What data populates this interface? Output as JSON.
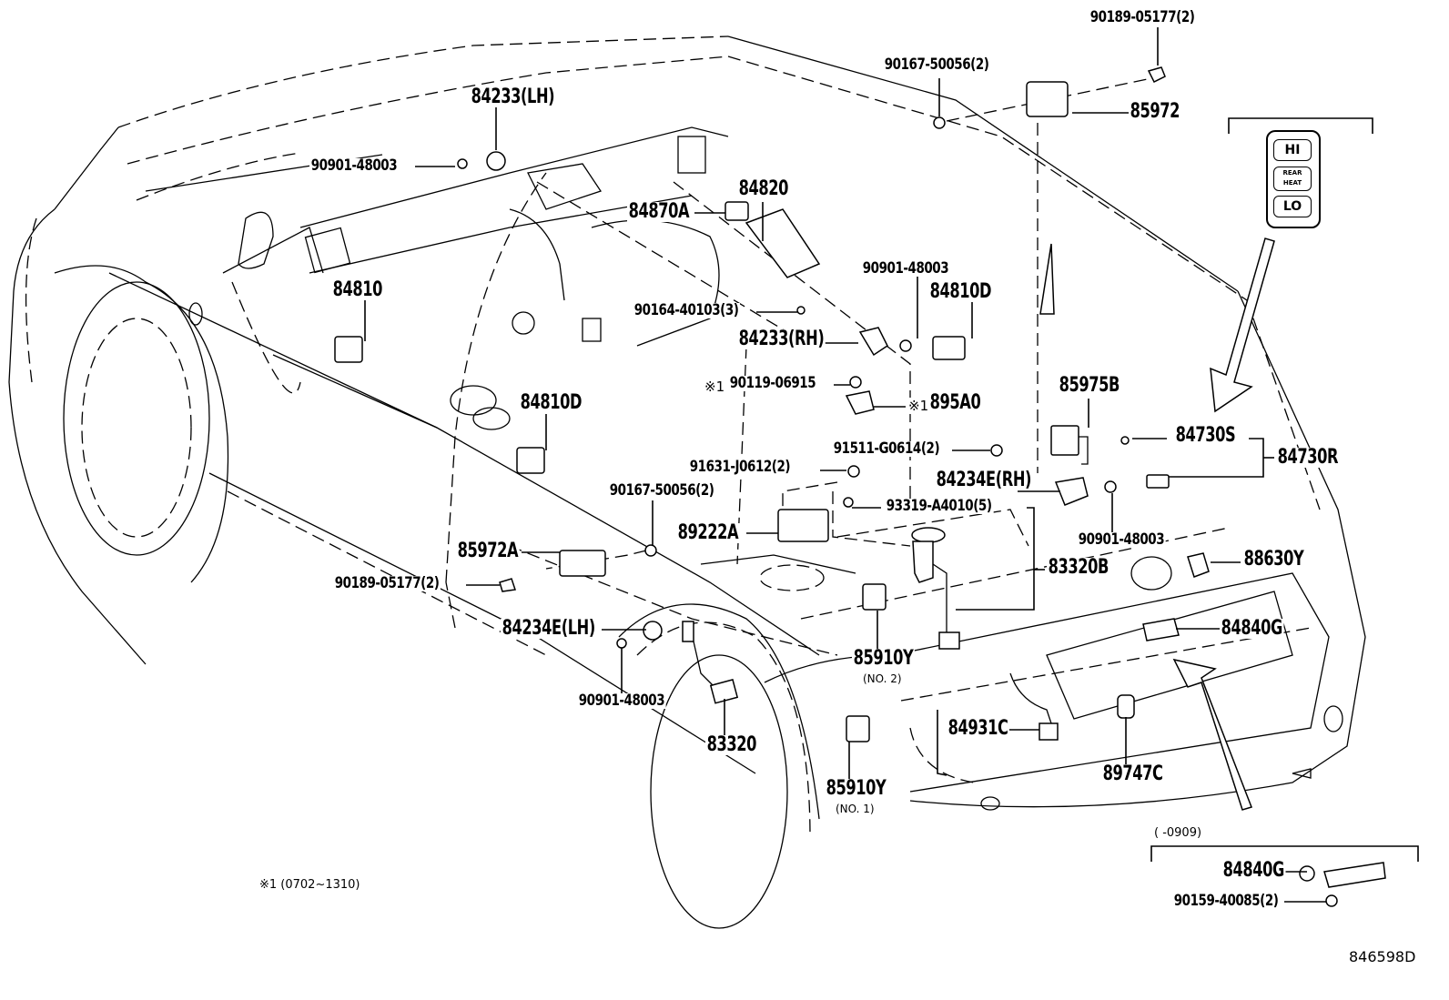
{
  "diagram": {
    "title": "Switch & Relay / Rear Heater Parts Illustration",
    "reference_code": "846598D",
    "footnote": "※1 (0702~1310)",
    "inset_date_range": "(     -0909)",
    "rear_heat_switch": {
      "buttons": [
        "HI",
        "REAR HEAT",
        "LO"
      ]
    },
    "parts": [
      {
        "id": "p1",
        "number": "90189-05177(2)"
      },
      {
        "id": "p2",
        "number": "90167-50056(2)"
      },
      {
        "id": "p3",
        "number": "85972"
      },
      {
        "id": "p4",
        "number": "84233(LH)"
      },
      {
        "id": "p5",
        "number": "90901-48003"
      },
      {
        "id": "p6",
        "number": "84820"
      },
      {
        "id": "p7",
        "number": "84870A"
      },
      {
        "id": "p8",
        "number": "90901-48003"
      },
      {
        "id": "p9",
        "number": "84810D"
      },
      {
        "id": "p10",
        "number": "84810"
      },
      {
        "id": "p11",
        "number": "90164-40103(3)"
      },
      {
        "id": "p12",
        "number": "84233(RH)"
      },
      {
        "id": "p13",
        "number": "90119-06915",
        "note": "※1"
      },
      {
        "id": "p14",
        "number": "895A0",
        "note": "※1"
      },
      {
        "id": "p15",
        "number": "84810D"
      },
      {
        "id": "p16",
        "number": "85975B"
      },
      {
        "id": "p17",
        "number": "91511-G0614(2)"
      },
      {
        "id": "p18",
        "number": "91631-J0612(2)"
      },
      {
        "id": "p19",
        "number": "84234E(RH)"
      },
      {
        "id": "p20",
        "number": "84730S"
      },
      {
        "id": "p21",
        "number": "84730R"
      },
      {
        "id": "p22",
        "number": "90167-50056(2)"
      },
      {
        "id": "p23",
        "number": "93319-A4010(5)"
      },
      {
        "id": "p24",
        "number": "90901-48003"
      },
      {
        "id": "p25",
        "number": "89222A"
      },
      {
        "id": "p26",
        "number": "85972A"
      },
      {
        "id": "p27",
        "number": "83320B"
      },
      {
        "id": "p28",
        "number": "90189-05177(2)"
      },
      {
        "id": "p29",
        "number": "88630Y"
      },
      {
        "id": "p30",
        "number": "84234E(LH)"
      },
      {
        "id": "p31",
        "number": "84840G"
      },
      {
        "id": "p32",
        "number": "85910Y",
        "sub": "(NO. 2)"
      },
      {
        "id": "p33",
        "number": "90901-48003"
      },
      {
        "id": "p34",
        "number": "84931C"
      },
      {
        "id": "p35",
        "number": "83320"
      },
      {
        "id": "p36",
        "number": "89747C"
      },
      {
        "id": "p37",
        "number": "85910Y",
        "sub": "(NO. 1)"
      }
    ],
    "inset_parts": [
      {
        "id": "i1",
        "number": "84840G"
      },
      {
        "id": "i2",
        "number": "90159-40085(2)"
      }
    ]
  }
}
